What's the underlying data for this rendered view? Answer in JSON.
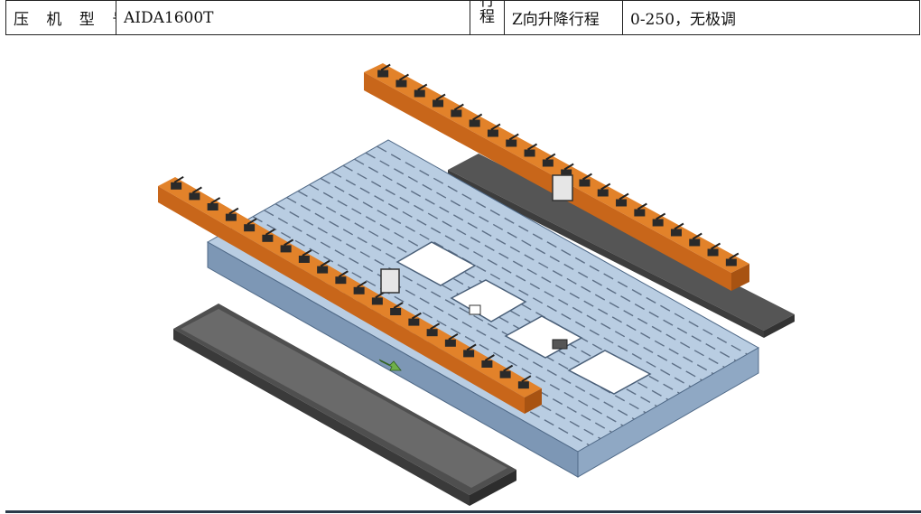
{
  "table": {
    "press_label": "压 机 型 号",
    "press_value": "AIDA1600T",
    "stroke_label_top": "行",
    "stroke_label_bottom": "程",
    "z_label": "Z向升降行程",
    "z_value": "0-250，无极调"
  },
  "colors": {
    "bed_top": "#b9cde2",
    "bed_side": "#8fa8c4",
    "bed_front": "#7d97b5",
    "beam": "#d9751f",
    "beam_dark": "#a85312",
    "plate_dark": "#4f4f4f",
    "plate_darker": "#3a3a3a",
    "slot": "#5d6f86"
  },
  "icons": [
    "arrow-indicator-icon",
    "clamp-icon",
    "sensor-bracket-icon"
  ]
}
